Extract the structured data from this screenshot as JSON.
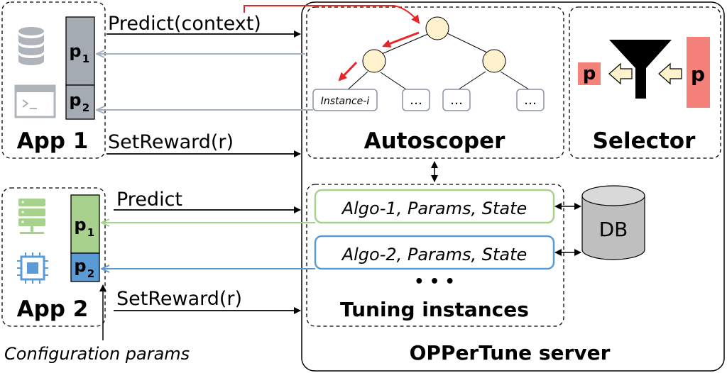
{
  "server_title": "OPPerTune server",
  "app1": {
    "title": "App 1",
    "p1": "p",
    "p1_sub": "1",
    "p2": "p",
    "p2_sub": "2"
  },
  "app2": {
    "title": "App 2",
    "p1": "p",
    "p1_sub": "1",
    "p2": "p",
    "p2_sub": "2"
  },
  "arrows": {
    "predict_context": "Predict(context)",
    "setreward_1": "SetReward(r)",
    "predict": "Predict",
    "setreward_2": "SetReward(r)"
  },
  "config_params": "Configuration params",
  "autoscoper": {
    "title": "Autoscoper",
    "leaf_instance": "Instance-i",
    "leaf_ellipsis": "…"
  },
  "selector": {
    "title": "Selector",
    "left_p": "p",
    "right_p": "p"
  },
  "tuning": {
    "title": "Tuning instances",
    "instance1": "Algo-1, Params, State",
    "instance2": "Algo-2, Params, State",
    "ellipsis": "• • •"
  },
  "db_label": "DB",
  "colors": {
    "red": "#e8262a",
    "grey": "#a6b0bb",
    "green": "#a9d18e",
    "blue": "#5b9bd5",
    "node_fill": "#fff2cc",
    "p_grey": "#a5abb3",
    "p_green": "#a9d18e",
    "p_blue": "#5b9bd5",
    "selector_pink": "#f4817a"
  }
}
